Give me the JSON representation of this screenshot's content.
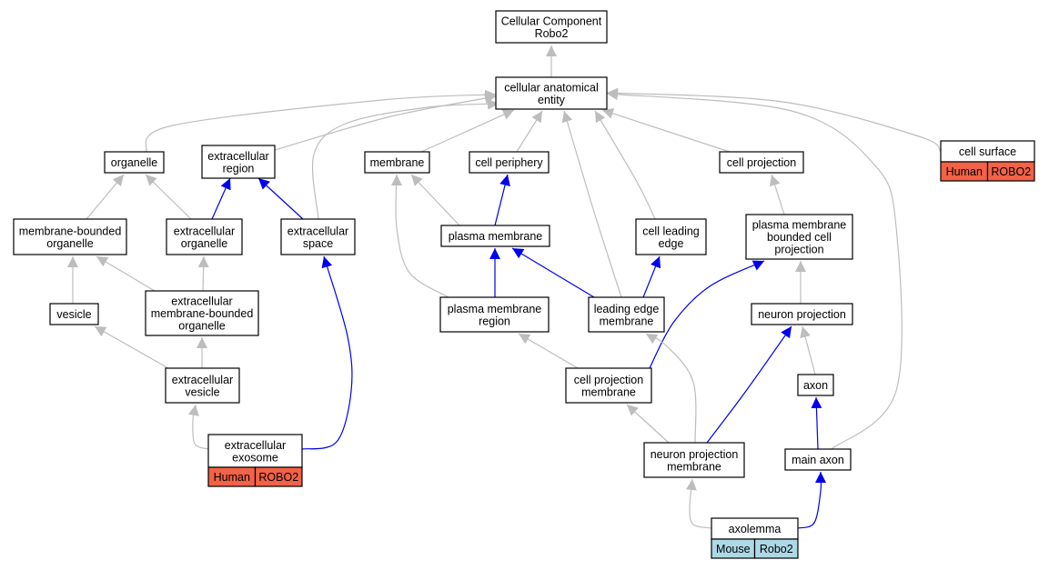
{
  "graph": {
    "colors": {
      "is_a_edge": "#bdbdbd",
      "part_of_edge": "#0000ee",
      "human_tag": "#f26247",
      "mouse_tag": "#add8e6"
    },
    "nodes": [
      {
        "id": "root",
        "lines": [
          "Cellular Component",
          "Robo2"
        ]
      },
      {
        "id": "cae",
        "lines": [
          "cellular anatomical",
          "entity"
        ]
      },
      {
        "id": "organelle",
        "lines": [
          "organelle"
        ]
      },
      {
        "id": "extracellular_region",
        "lines": [
          "extracellular",
          "region"
        ]
      },
      {
        "id": "membrane",
        "lines": [
          "membrane"
        ]
      },
      {
        "id": "cell_periphery",
        "lines": [
          "cell periphery"
        ]
      },
      {
        "id": "cell_projection",
        "lines": [
          "cell projection"
        ]
      },
      {
        "id": "cell_surface",
        "lines": [
          "cell surface"
        ],
        "tags": [
          {
            "label": "Human",
            "kind": "human"
          },
          {
            "label": "ROBO2",
            "kind": "human"
          }
        ]
      },
      {
        "id": "membrane_bounded_organelle",
        "lines": [
          "membrane-bounded",
          "organelle"
        ]
      },
      {
        "id": "extracellular_organelle",
        "lines": [
          "extracellular",
          "organelle"
        ]
      },
      {
        "id": "extracellular_space",
        "lines": [
          "extracellular",
          "space"
        ]
      },
      {
        "id": "plasma_membrane",
        "lines": [
          "plasma membrane"
        ]
      },
      {
        "id": "cell_leading_edge",
        "lines": [
          "cell leading",
          "edge"
        ]
      },
      {
        "id": "pm_bounded_cell_projection",
        "lines": [
          "plasma membrane",
          "bounded cell",
          "projection"
        ]
      },
      {
        "id": "vesicle",
        "lines": [
          "vesicle"
        ]
      },
      {
        "id": "ec_mb_organelle",
        "lines": [
          "extracellular",
          "membrane-bounded",
          "organelle"
        ]
      },
      {
        "id": "pm_region",
        "lines": [
          "plasma membrane",
          "region"
        ]
      },
      {
        "id": "leading_edge_membrane",
        "lines": [
          "leading edge",
          "membrane"
        ]
      },
      {
        "id": "neuron_projection",
        "lines": [
          "neuron projection"
        ]
      },
      {
        "id": "extracellular_vesicle",
        "lines": [
          "extracellular",
          "vesicle"
        ]
      },
      {
        "id": "cell_projection_membrane",
        "lines": [
          "cell projection",
          "membrane"
        ]
      },
      {
        "id": "axon",
        "lines": [
          "axon"
        ]
      },
      {
        "id": "extracellular_exosome",
        "lines": [
          "extracellular",
          "exosome"
        ],
        "tags": [
          {
            "label": "Human",
            "kind": "human"
          },
          {
            "label": "ROBO2",
            "kind": "human"
          }
        ]
      },
      {
        "id": "neuron_projection_membrane",
        "lines": [
          "neuron projection",
          "membrane"
        ]
      },
      {
        "id": "main_axon",
        "lines": [
          "main axon"
        ]
      },
      {
        "id": "axolemma",
        "lines": [
          "axolemma"
        ],
        "tags": [
          {
            "label": "Mouse",
            "kind": "mouse"
          },
          {
            "label": "Robo2",
            "kind": "mouse"
          }
        ]
      }
    ],
    "edges": [
      {
        "from": "cae",
        "to": "root",
        "type": "is_a"
      },
      {
        "from": "organelle",
        "to": "cae",
        "type": "is_a"
      },
      {
        "from": "extracellular_region",
        "to": "cae",
        "type": "is_a"
      },
      {
        "from": "extracellular_space",
        "to": "cae",
        "type": "is_a"
      },
      {
        "from": "membrane",
        "to": "cae",
        "type": "is_a"
      },
      {
        "from": "cell_periphery",
        "to": "cae",
        "type": "is_a"
      },
      {
        "from": "leading_edge_membrane",
        "to": "cae",
        "type": "is_a"
      },
      {
        "from": "cell_leading_edge",
        "to": "cae",
        "type": "is_a"
      },
      {
        "from": "cell_projection",
        "to": "cae",
        "type": "is_a"
      },
      {
        "from": "main_axon",
        "to": "cae",
        "type": "is_a"
      },
      {
        "from": "cell_surface",
        "to": "cae",
        "type": "is_a"
      },
      {
        "from": "membrane_bounded_organelle",
        "to": "organelle",
        "type": "is_a"
      },
      {
        "from": "extracellular_organelle",
        "to": "organelle",
        "type": "is_a"
      },
      {
        "from": "extracellular_organelle",
        "to": "extracellular_region",
        "type": "part_of"
      },
      {
        "from": "extracellular_space",
        "to": "extracellular_region",
        "type": "part_of"
      },
      {
        "from": "vesicle",
        "to": "membrane_bounded_organelle",
        "type": "is_a"
      },
      {
        "from": "ec_mb_organelle",
        "to": "membrane_bounded_organelle",
        "type": "is_a"
      },
      {
        "from": "ec_mb_organelle",
        "to": "extracellular_organelle",
        "type": "is_a"
      },
      {
        "from": "extracellular_vesicle",
        "to": "vesicle",
        "type": "is_a"
      },
      {
        "from": "extracellular_vesicle",
        "to": "ec_mb_organelle",
        "type": "is_a"
      },
      {
        "from": "extracellular_exosome",
        "to": "extracellular_vesicle",
        "type": "is_a"
      },
      {
        "from": "extracellular_exosome",
        "to": "extracellular_space",
        "type": "part_of"
      },
      {
        "from": "pm_region",
        "to": "membrane",
        "type": "is_a"
      },
      {
        "from": "plasma_membrane",
        "to": "membrane",
        "type": "is_a"
      },
      {
        "from": "plasma_membrane",
        "to": "cell_periphery",
        "type": "part_of"
      },
      {
        "from": "pm_region",
        "to": "plasma_membrane",
        "type": "part_of"
      },
      {
        "from": "leading_edge_membrane",
        "to": "plasma_membrane",
        "type": "part_of"
      },
      {
        "from": "leading_edge_membrane",
        "to": "cell_leading_edge",
        "type": "part_of"
      },
      {
        "from": "pm_bounded_cell_projection",
        "to": "cell_projection",
        "type": "is_a"
      },
      {
        "from": "neuron_projection",
        "to": "pm_bounded_cell_projection",
        "type": "is_a"
      },
      {
        "from": "cell_projection_membrane",
        "to": "pm_region",
        "type": "is_a"
      },
      {
        "from": "cell_projection_membrane",
        "to": "pm_bounded_cell_projection",
        "type": "part_of"
      },
      {
        "from": "axon",
        "to": "neuron_projection",
        "type": "is_a"
      },
      {
        "from": "neuron_projection_membrane",
        "to": "cell_projection_membrane",
        "type": "is_a"
      },
      {
        "from": "neuron_projection_membrane",
        "to": "leading_edge_membrane",
        "type": "is_a"
      },
      {
        "from": "neuron_projection_membrane",
        "to": "neuron_projection",
        "type": "part_of"
      },
      {
        "from": "main_axon",
        "to": "axon",
        "type": "part_of"
      },
      {
        "from": "axolemma",
        "to": "neuron_projection_membrane",
        "type": "is_a"
      },
      {
        "from": "axolemma",
        "to": "main_axon",
        "type": "part_of"
      }
    ]
  }
}
